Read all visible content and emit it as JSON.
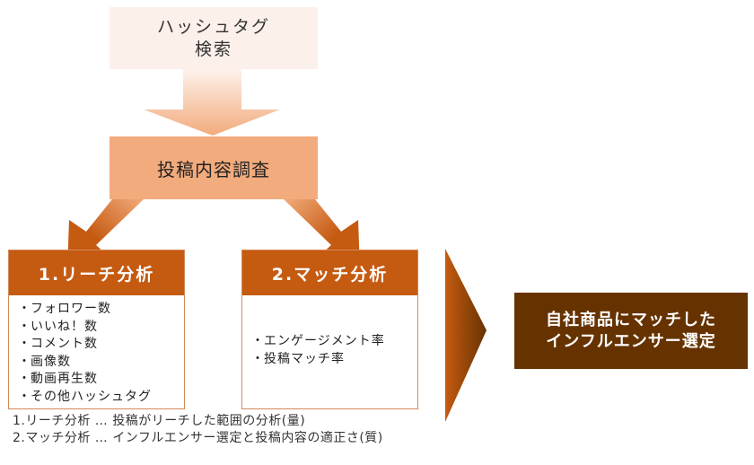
{
  "diagram": {
    "start": {
      "lines": [
        "ハッシュタグ",
        "検索"
      ]
    },
    "middle": {
      "label": "投稿内容調査"
    },
    "branches": [
      {
        "title": "1.リーチ分析",
        "items": [
          "フォロワー数",
          "いいね！数",
          "コメント数",
          "画像数",
          "動画再生数",
          "その他ハッシュタグ"
        ]
      },
      {
        "title": "2.マッチ分析",
        "items": [
          "エンゲージメント率",
          "投稿マッチ率"
        ]
      }
    ],
    "result": {
      "lines": [
        "自社商品にマッチした",
        "インフルエンサー選定"
      ]
    },
    "notes": [
      "1.リーチ分析 … 投稿がリーチした範囲の分析(量)",
      "2.マッチ分析 … インフルエンサー選定と投稿内容の適正さ(質)"
    ],
    "colors": {
      "start_fill": "#fcf0ea",
      "middle_fill": "#f2ab7c",
      "branch_header": "#c55a11",
      "branch_border": "#d28a5a",
      "result_fill": "#663300"
    }
  }
}
